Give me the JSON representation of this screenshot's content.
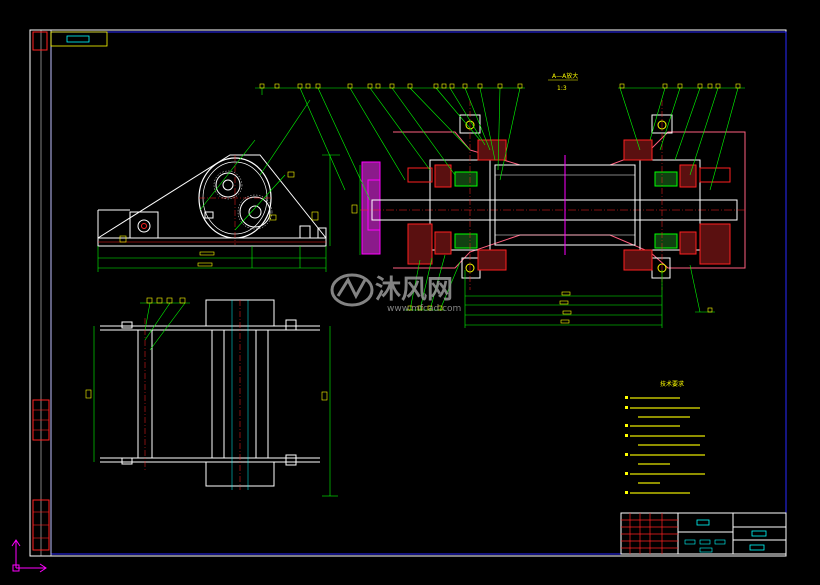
{
  "drawing": {
    "section_title": "A—A放大",
    "section_scale": "1:3",
    "tech_requirements_title": "技术要求",
    "watermark_brand": "沐风网",
    "watermark_url": "www.mfcad.com"
  },
  "colors": {
    "background": "#000000",
    "frame": "#ffffff",
    "outline_blue": "#2a2aff",
    "green": "#00ff00",
    "yellow": "#ffff00",
    "red": "#ff2020",
    "magenta": "#ff00ff",
    "cyan": "#00ffff",
    "white": "#ffffff",
    "pink": "#ff6080"
  }
}
